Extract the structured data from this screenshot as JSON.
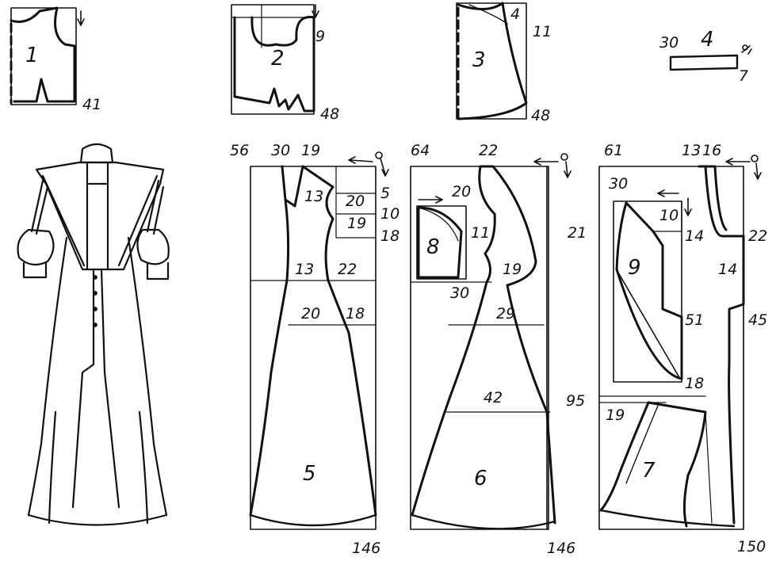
{
  "pieces": [
    {
      "id": "piece-1",
      "number": "1",
      "labels": [
        "41"
      ]
    },
    {
      "id": "piece-2",
      "number": "2",
      "labels": [
        "9",
        "48"
      ]
    },
    {
      "id": "piece-3",
      "number": "3",
      "labels": [
        "4",
        "11",
        "48"
      ]
    },
    {
      "id": "piece-4",
      "number": "4",
      "labels": [
        "30",
        "7"
      ]
    },
    {
      "id": "piece-5",
      "number": "5",
      "labels": [
        "56",
        "30",
        "19",
        "13",
        "20",
        "5",
        "19",
        "10",
        "18",
        "13",
        "22",
        "20",
        "18",
        "146"
      ]
    },
    {
      "id": "piece-6",
      "number": "6",
      "labels": [
        "64",
        "22",
        "20",
        "11",
        "21",
        "19",
        "29",
        "42",
        "95",
        "146",
        "30"
      ]
    },
    {
      "id": "piece-8",
      "number": "8",
      "labels": []
    },
    {
      "id": "piece-7",
      "number": "7",
      "labels": [
        "61",
        "13",
        "16",
        "30",
        "10",
        "14",
        "22",
        "14",
        "45",
        "51",
        "18",
        "19",
        "150"
      ]
    },
    {
      "id": "piece-9",
      "number": "9",
      "labels": []
    }
  ],
  "icons": [
    "arrow-left-icon",
    "arrow-down-icon",
    "pin-icon",
    "scissors-icon",
    "dress-illustration"
  ]
}
